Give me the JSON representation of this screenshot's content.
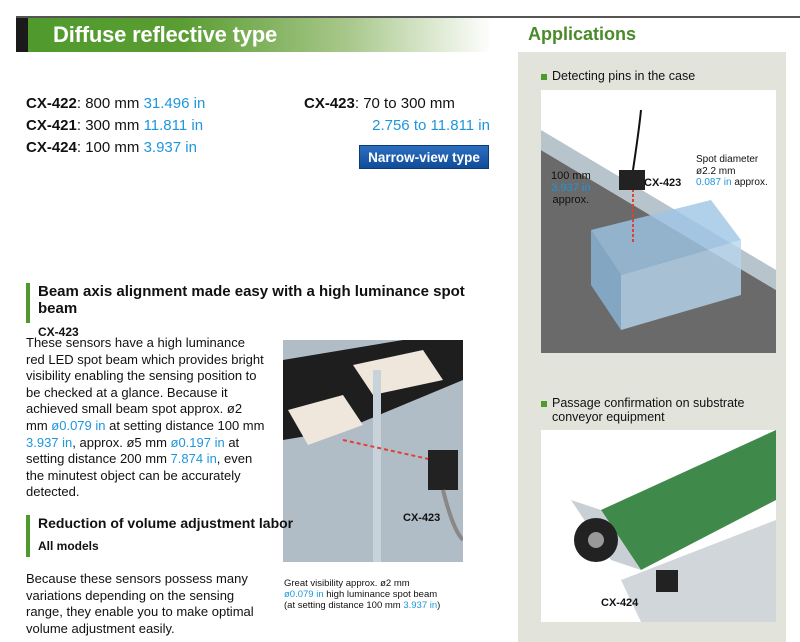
{
  "header": {
    "title": "Diffuse reflective type"
  },
  "specs": [
    {
      "model": "CX-422",
      "mm": ": 800 mm",
      "in": "31.496 in"
    },
    {
      "model": "CX-421",
      "mm": ": 300 mm",
      "in": "11.811 in"
    },
    {
      "model": "CX-424",
      "mm": ": 100 mm",
      "in": "3.937 in"
    }
  ],
  "narrow": {
    "model": "CX-423",
    "mm": ": 70 to 300 mm",
    "in": "2.756 to 11.811 in",
    "button": "Narrow-view type"
  },
  "section1": {
    "title": "Beam axis alignment made easy with a high luminance spot beam",
    "sub": "CX-423",
    "body": [
      {
        "t": "These sensors have a high luminance red LED spot beam which provides bright visibility enabling the sensing position to be checked at a glance. Because it achieved small beam spot approx. ø2 mm "
      },
      {
        "b": "ø0.079 in"
      },
      {
        "t": " at setting distance 100 mm "
      },
      {
        "b": "3.937 in"
      },
      {
        "t": ", approx. ø5 mm "
      },
      {
        "b": "ø0.197 in"
      },
      {
        "t": " at setting distance 200 mm "
      },
      {
        "b": "7.874 in"
      },
      {
        "t": ", even the minutest object can be accurately detected."
      }
    ]
  },
  "photo": {
    "label": "CX-423",
    "caption1": "Great visibility approx. ø2 mm",
    "caption2_in": "ø0.079 in",
    "caption2": " high luminance spot beam",
    "caption3": "(at setting distance 100 mm ",
    "caption3_in": "3.937 in",
    "caption3_end": ")"
  },
  "section2": {
    "title": "Reduction of volume adjustment labor",
    "sub": "All models",
    "body": "Because these sensors possess many variations depending on the sensing range, they enable you to make optimal volume adjustment easily."
  },
  "applications": {
    "title": "Applications",
    "app1": {
      "label": "Detecting pins in the case",
      "dist_mm": "100 mm",
      "dist_in": "3.937 in",
      "approx": "approx.",
      "model": "CX-423",
      "spot1": "Spot diameter",
      "spot2": "ø2.2 mm",
      "spot_in": "0.087 in",
      "spot_approx": " approx."
    },
    "app2": {
      "label1": "Passage confirmation on substrate",
      "label2": "conveyor equipment",
      "model": "CX-424"
    }
  }
}
